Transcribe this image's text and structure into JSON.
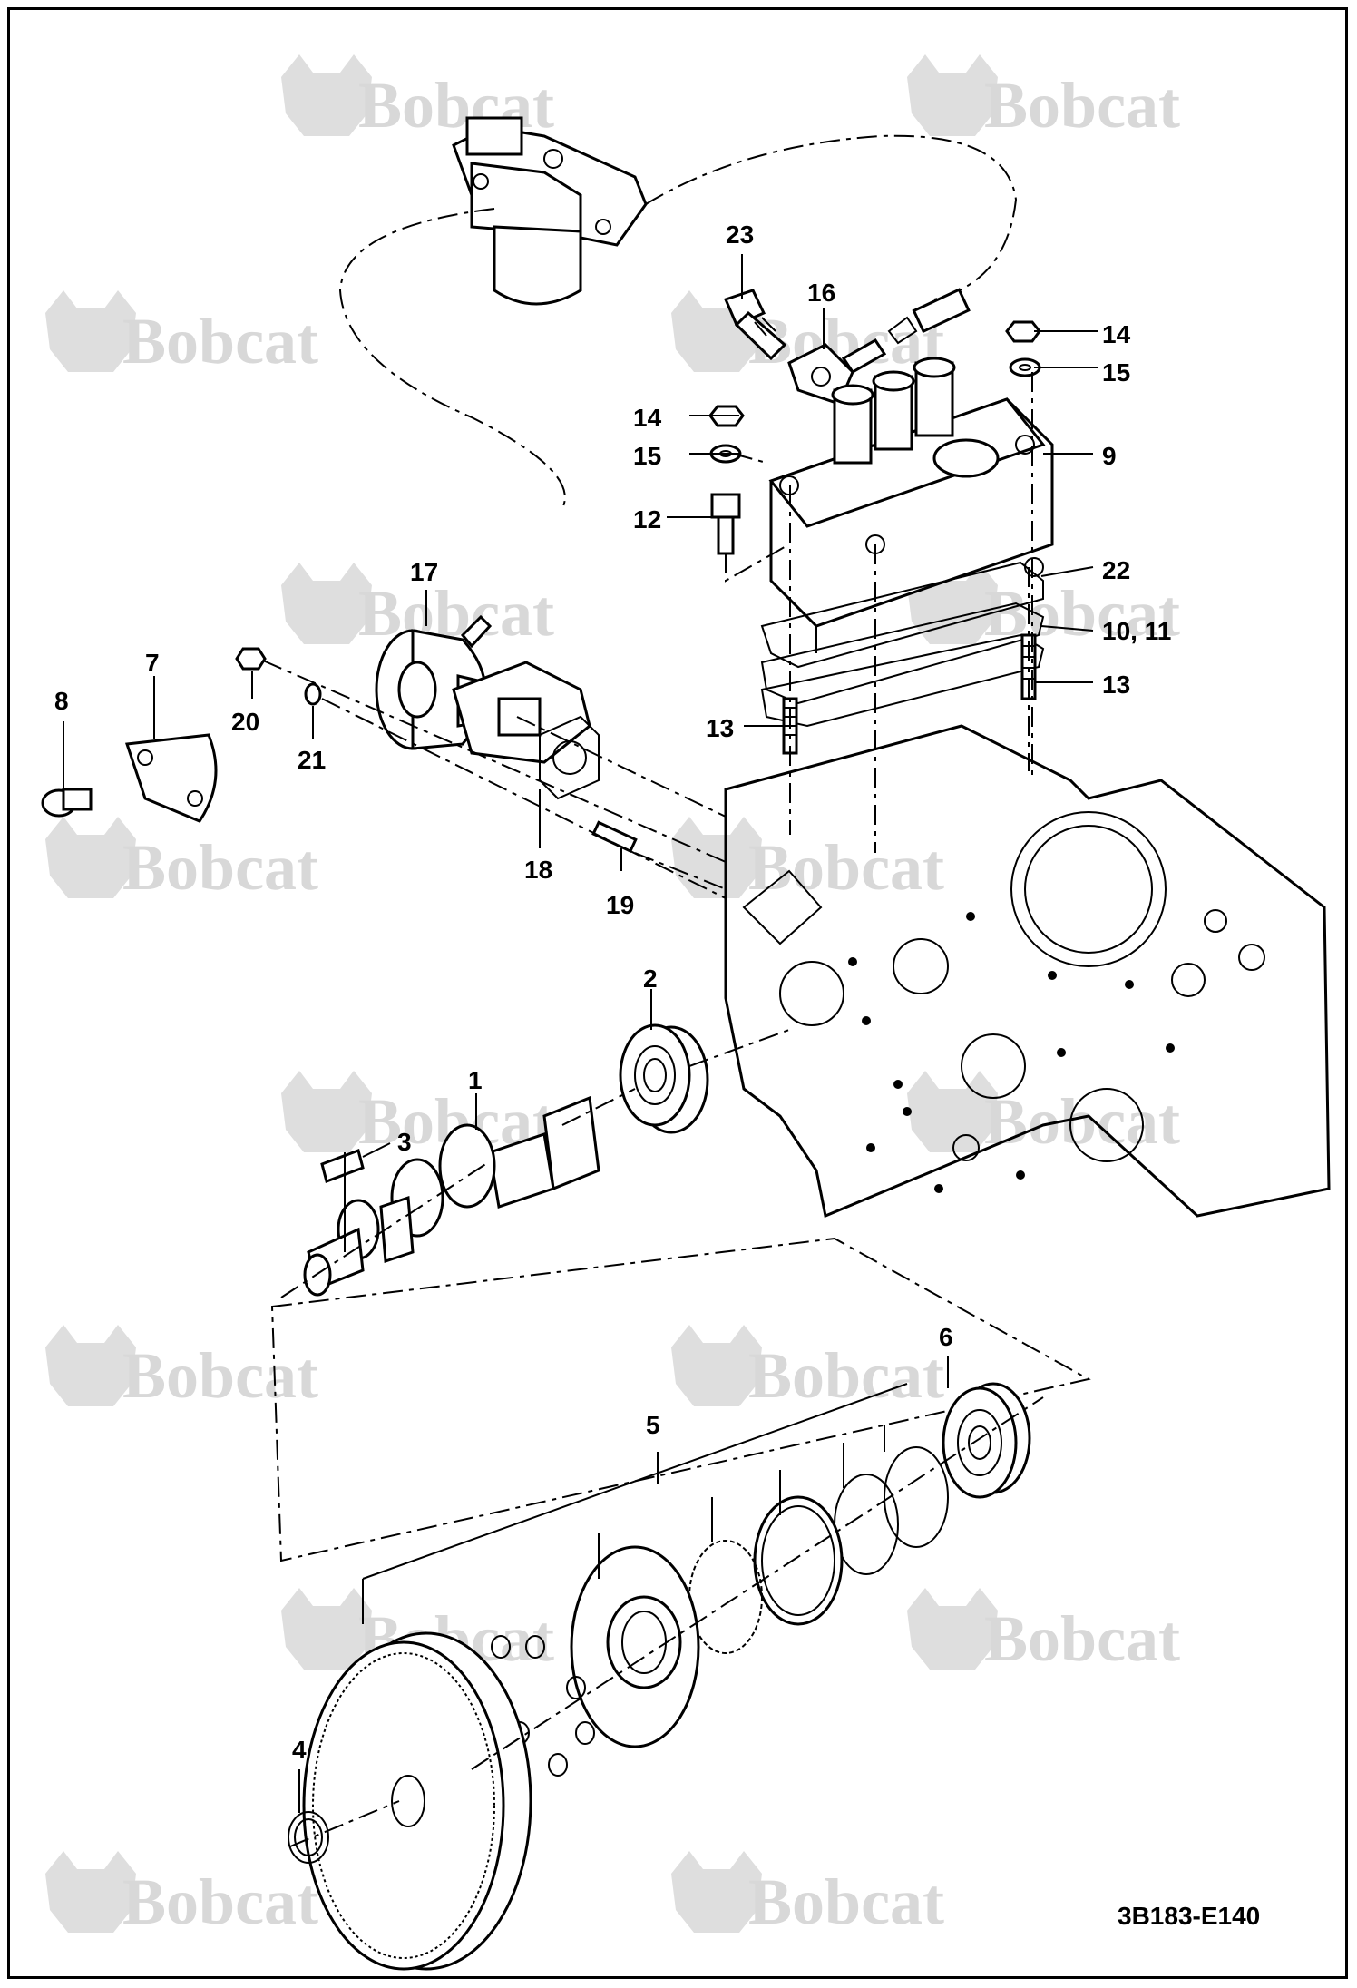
{
  "diagram": {
    "document_id": "3B183-E140",
    "watermark_text": "Bobcat",
    "callouts": {
      "c1": "1",
      "c2": "2",
      "c3": "3",
      "c4": "4",
      "c5": "5",
      "c6": "6",
      "c7": "7",
      "c8": "8",
      "c9": "9",
      "c10_11": "10, 11",
      "c12": "12",
      "c13a": "13",
      "c13b": "13",
      "c14a": "14",
      "c14b": "14",
      "c15a": "15",
      "c15b": "15",
      "c16": "16",
      "c17": "17",
      "c18": "18",
      "c19": "19",
      "c20": "20",
      "c21": "21",
      "c22": "22",
      "c23": "23"
    },
    "colors": {
      "line": "#000000",
      "watermark": "#d8d8d8",
      "background": "#ffffff"
    }
  }
}
